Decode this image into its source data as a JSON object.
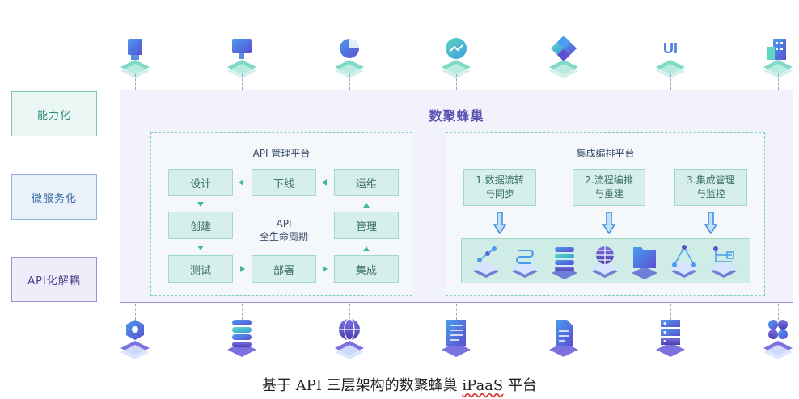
{
  "side_labels": {
    "capability": "能力化",
    "microservice": "微服务化",
    "api_decoupling": "API化解耦"
  },
  "main": {
    "title": "数聚蜂巢",
    "api_panel": {
      "title": "API 管理平台",
      "nodes": {
        "design": "设计",
        "offline": "下线",
        "operation": "运维",
        "create": "创建",
        "manage": "管理",
        "test": "测试",
        "deploy": "部署",
        "integrate": "集成"
      },
      "center_line1": "API",
      "center_line2": "全生命周期"
    },
    "integration_panel": {
      "title": "集成编排平台",
      "steps": [
        {
          "line1": "1.数据流转",
          "line2": "与同步"
        },
        {
          "line1": "2.流程编排",
          "line2": "与重建"
        },
        {
          "line1": "3.集成管理",
          "line2": "与监控"
        }
      ]
    }
  },
  "top_icons": [
    "monitor-icon",
    "desktop-icon",
    "pie-chart-icon",
    "speed-gauge-icon",
    "diamond-grid-icon",
    "ui-icon",
    "building-icon"
  ],
  "top_ui_text": "UI",
  "bottom_icons": [
    "hexagon-icon",
    "database-stack-icon",
    "globe-icon",
    "document-list-icon",
    "document-icon",
    "server-rack-icon",
    "cluster-icon"
  ],
  "strip_icons": [
    "node-graph-icon",
    "flow-icon",
    "database-icon",
    "globe-grid-icon",
    "folder-icon",
    "triangle-network-icon",
    "tree-icon"
  ],
  "caption": {
    "prefix": "基于 API 三层架构的数聚蜂巢 ",
    "ipaas": "iPaaS",
    "suffix": " 平台"
  },
  "colors": {
    "purple": "#5b4fb0",
    "teal": "#3fb8a0",
    "blue": "#3d8be0"
  }
}
